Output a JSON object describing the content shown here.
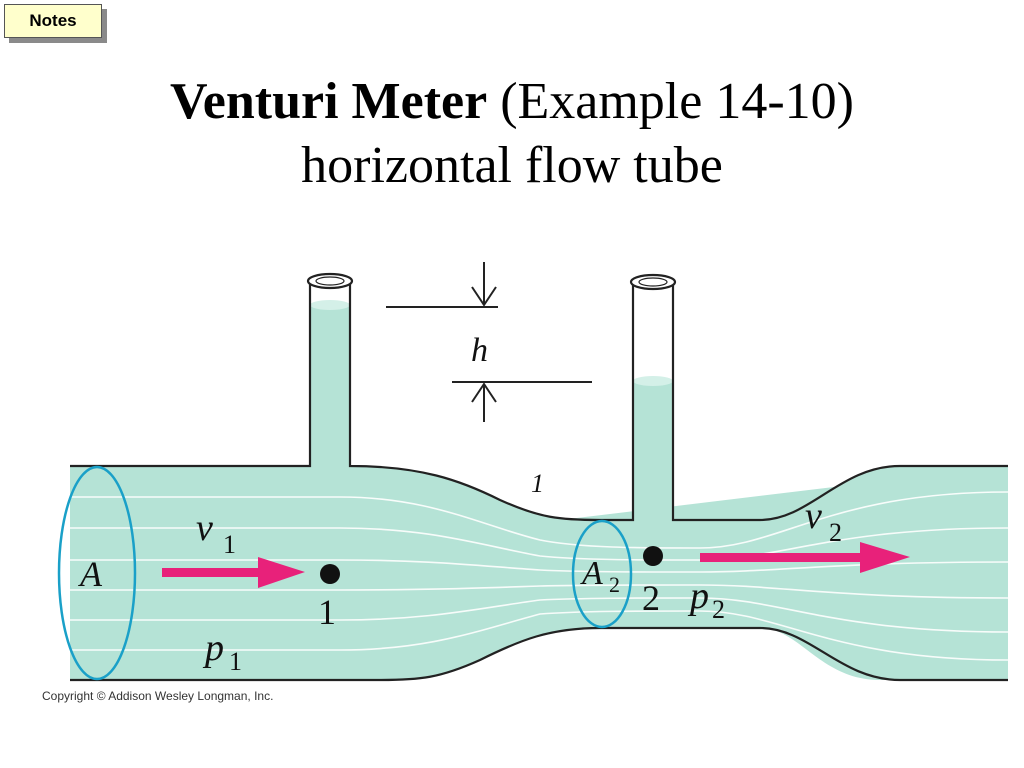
{
  "notes": {
    "label": "Notes"
  },
  "title": {
    "bold": "Venturi Meter",
    "rest": " (Example 14-10)",
    "line2": "horizontal flow tube"
  },
  "diagram": {
    "label_h": "h",
    "label_1_small": "1",
    "label_A": "A",
    "label_A2_main": "A",
    "label_A2_sub": "2",
    "label_v1_main": "v",
    "label_v1_sub": "1",
    "label_v2_main": "v",
    "label_v2_sub": "2",
    "label_p1_main": "p",
    "label_p1_sub": "1",
    "label_p2_main": "p",
    "label_p2_sub": "2",
    "point1": "1",
    "point2": "2"
  },
  "copyright": "Copyright © Addison Wesley Longman, Inc.",
  "colors": {
    "fluid": "#b5e3d6",
    "outline": "#222222",
    "ring": "#1aa0c8",
    "arrow": "#e8217a"
  }
}
